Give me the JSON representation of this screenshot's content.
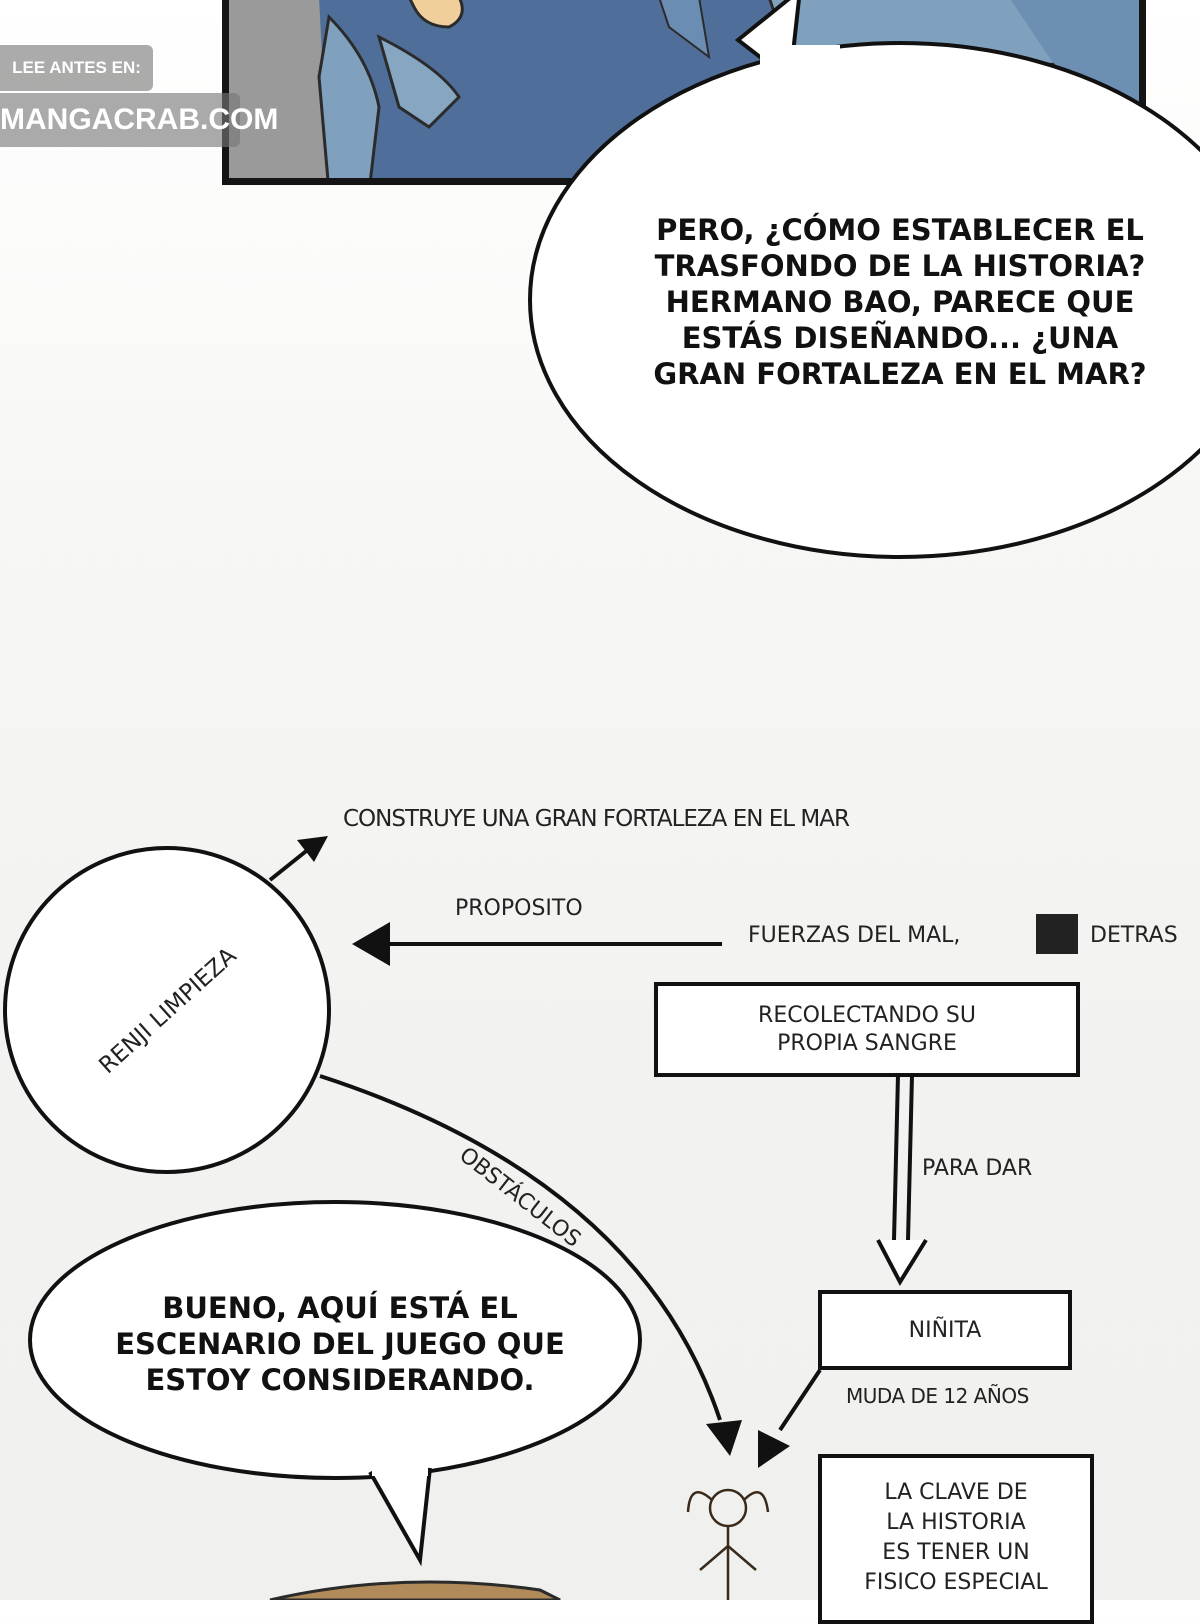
{
  "watermark": {
    "line1": "LEE ANTES EN:",
    "line2": "MANGACRAB.COM"
  },
  "bubble_top": {
    "lines": [
      "PERO, ¿CÓMO ESTABLECER EL",
      "TRASFONDO DE LA HISTORIA?",
      "HERMANO BAO, PARECE QUE",
      "ESTÁS DISEÑANDO... ¿UNA",
      "GRAN FORTALEZA EN EL MAR?"
    ]
  },
  "bubble_bottom": {
    "lines": [
      "BUENO, AQUÍ ESTÁ EL",
      "ESCENARIO DEL JUEGO QUE",
      "ESTOY CONSIDERANDO."
    ]
  },
  "diagram": {
    "circle_label": "RENJI LIMPIEZA",
    "goal": "CONSTRUYE UNA GRAN FORTALEZA EN EL MAR",
    "purpose_label": "PROPOSITO",
    "evil_forces": "FUERZAS DEL MAL,",
    "evil_forces_suffix": "DETRAS",
    "obstacles_label": "OBSTÁCULOS",
    "blood_box": [
      "RECOLECTANDO SU",
      "PROPIA SANGRE"
    ],
    "give_label": "PARA DAR",
    "girl_box": "NIÑITA",
    "girl_note": "MUDA DE 12 AÑOS",
    "key_box": [
      "LA CLAVE DE",
      "LA HISTORIA",
      "ES TENER UN",
      "FISICO ESPECIAL"
    ]
  },
  "colors": {
    "ink": "#111111",
    "shirt_blue": "#7fa1be",
    "shirt_dark": "#4f6f9a",
    "panel_gray": "#8f8f8f",
    "skin": "#f1cf9d",
    "hair": "#b18a5a"
  }
}
